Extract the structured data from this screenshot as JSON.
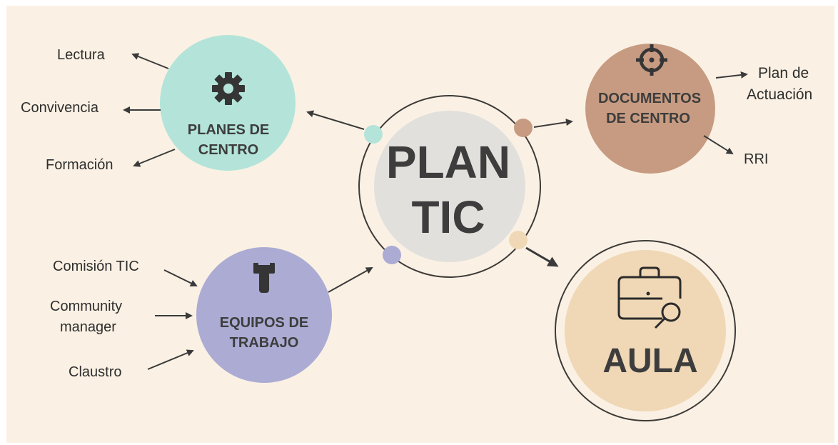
{
  "center": {
    "line1": "PLAN",
    "line2": "TIC"
  },
  "planes": {
    "title_line1": "PLANES DE",
    "title_line2": "CENTRO",
    "icon": "gear-icon",
    "items": [
      "Lectura",
      "Convivencia",
      "Formación"
    ]
  },
  "documentos": {
    "title_line1": "DOCUMENTOS",
    "title_line2": "DE CENTRO",
    "icon": "crosshair-icon",
    "items": [
      {
        "line1": "Plan de",
        "line2": "Actuación"
      },
      {
        "line1": "RRI",
        "line2": ""
      }
    ]
  },
  "equipos": {
    "title_line1": "EQUIPOS DE",
    "title_line2": "TRABAJO",
    "icon": "tool-icon",
    "items": [
      {
        "line1": "Comisión TIC",
        "line2": ""
      },
      {
        "line1": "Community",
        "line2": "manager"
      },
      {
        "line1": "Claustro",
        "line2": ""
      }
    ]
  },
  "aula": {
    "title": "AULA",
    "icon": "briefcase-search-icon"
  },
  "colors": {
    "background": "#faf1e4",
    "planes": "#b4e4d9",
    "documentos": "#c79b81",
    "equipos": "#ababd3",
    "aula": "#f0d8b6",
    "center": "#e2e0dc",
    "text": "#3d3d3d"
  }
}
